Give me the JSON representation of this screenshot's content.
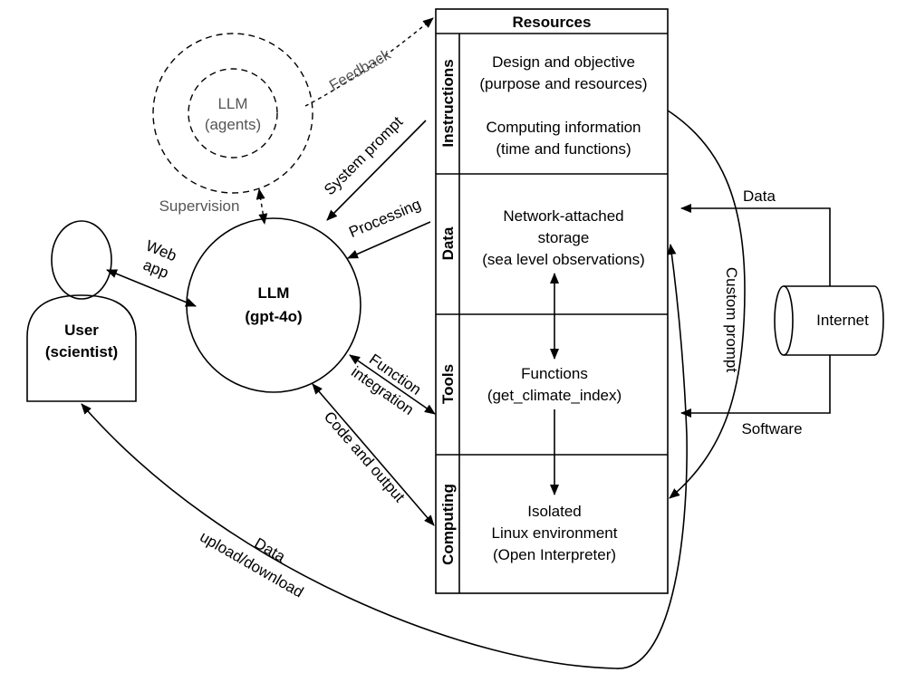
{
  "resources": {
    "title": "Resources",
    "instructions": {
      "label": "Instructions",
      "line1a": "Design and objective",
      "line1b": "(purpose and resources)",
      "line2a": "Computing information",
      "line2b": "(time and functions)"
    },
    "data": {
      "label": "Data",
      "line1": "Network-attached",
      "line2": "storage",
      "line3": "(sea level observations)"
    },
    "tools": {
      "label": "Tools",
      "line1": "Functions",
      "line2": "(get_climate_index)"
    },
    "computing": {
      "label": "Computing",
      "line1": "Isolated",
      "line2": "Linux environment",
      "line3": "(Open Interpreter)"
    }
  },
  "llm_main": {
    "line1": "LLM",
    "line2": "(gpt-4o)"
  },
  "llm_agents": {
    "line1": "LLM",
    "line2": "(agents)"
  },
  "user": {
    "line1": "User",
    "line2": "(scientist)"
  },
  "internet": {
    "label": "Internet"
  },
  "edges": {
    "feedback": "Feedback",
    "supervision": "Supervision",
    "system_prompt": "System prompt",
    "processing": "Processing",
    "web_app_1": "Web",
    "web_app_2": "app",
    "function_integration_1": "Function",
    "function_integration_2": "integration",
    "code_output": "Code and output",
    "data_upload_1": "Data",
    "data_upload_2": "upload/download",
    "data_in": "Data",
    "software": "Software",
    "custom_prompt": "Custom prompt"
  }
}
